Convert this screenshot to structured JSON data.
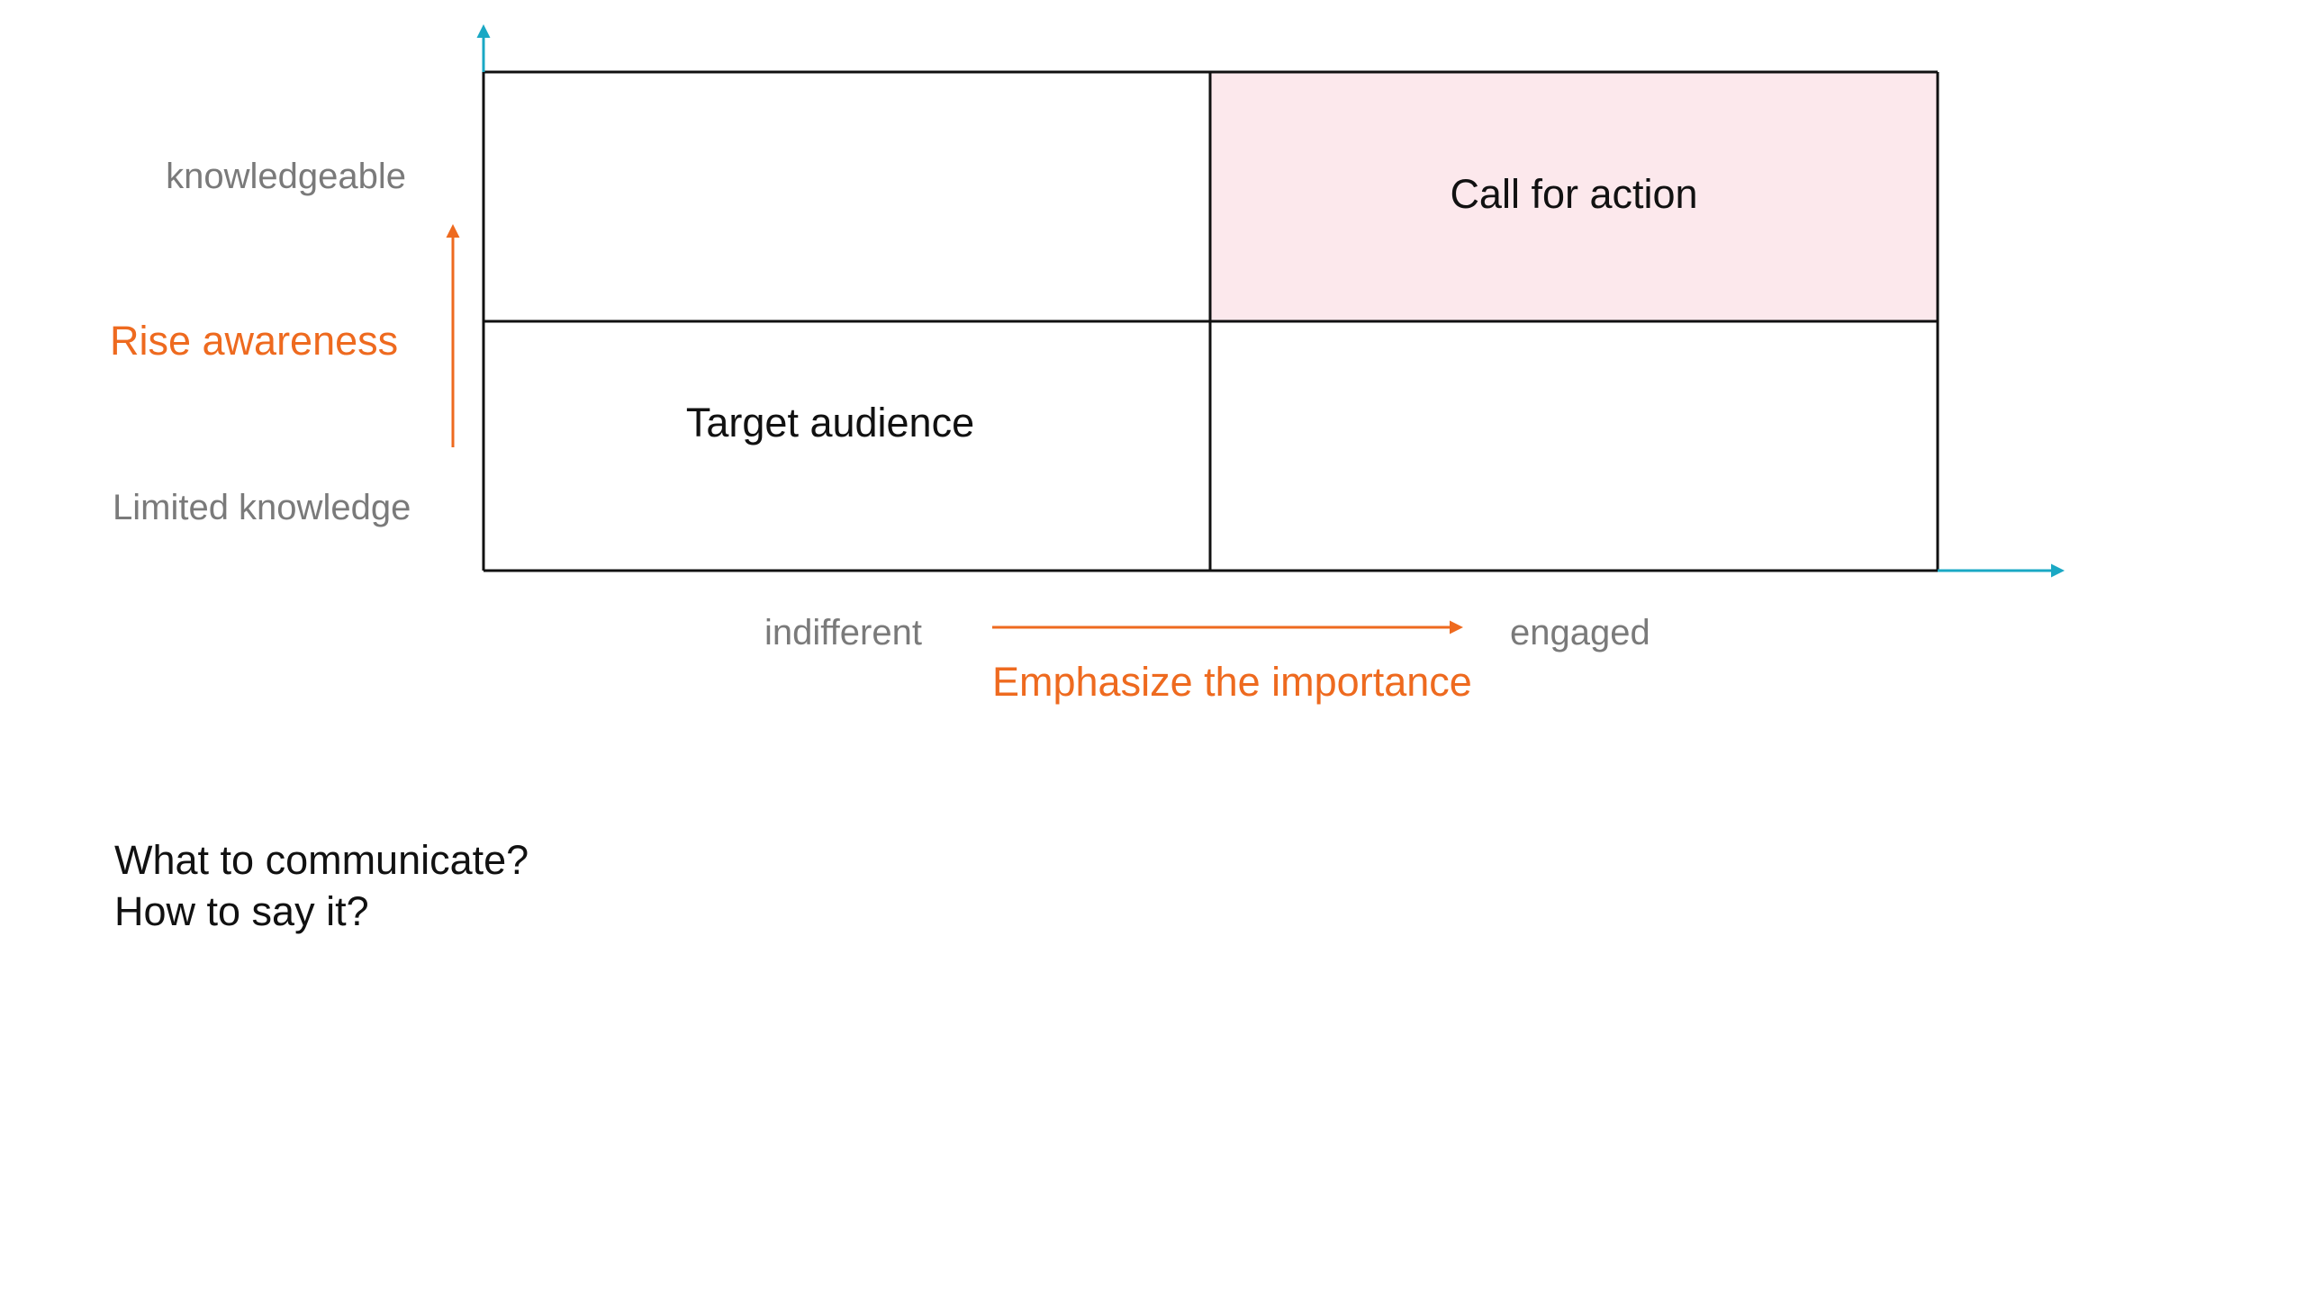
{
  "colors": {
    "axis": "#1aa8c4",
    "grid": "#111111",
    "highlight_fill": "#fce8ec",
    "accent": "#ee6a1f",
    "axis_label": "#7a7a7a",
    "text": "#111111"
  },
  "y_axis": {
    "top_label": "knowledgeable",
    "bottom_label": "Limited knowledge",
    "direction_label": "Rise awareness"
  },
  "x_axis": {
    "left_label": "indifferent",
    "right_label": "engaged",
    "direction_label": "Emphasize the importance"
  },
  "quadrants": {
    "top_left": "",
    "top_right": "Call for action",
    "bottom_left": "Target audience",
    "bottom_right": ""
  },
  "highlighted_quadrant": "top_right",
  "questions": [
    "What to communicate?",
    "How to say it?"
  ]
}
